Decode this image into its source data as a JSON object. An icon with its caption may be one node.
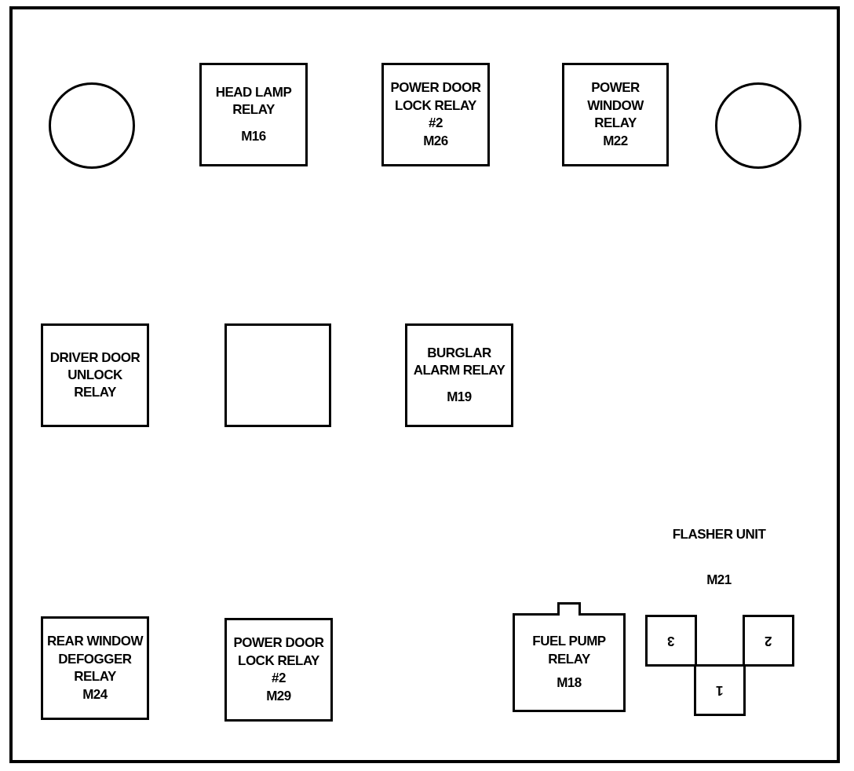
{
  "diagram": {
    "nodes": [
      {
        "text": [],
        "shape": "box"
      },
      {
        "text": [],
        "shape": "circle",
        "in": 0
      },
      {
        "text": [
          "HEAD LAMP RELAY",
          "M16"
        ],
        "in": 0
      },
      {
        "text": [
          "POWER DOOR LOCK RELAY #2",
          "M26"
        ],
        "in": 0
      },
      {
        "text": [
          "POWER WINDOW RELAY",
          "M22"
        ],
        "in": 0
      },
      {
        "text": [],
        "shape": "circle",
        "in": 0
      },
      {
        "text": [
          "DRIVER DOOR UNLOCK RELAY"
        ],
        "in": 0
      },
      {
        "text": [],
        "shape": "box",
        "in": 0
      },
      {
        "text": [
          "BURGLAR ALARM RELAY",
          "M19"
        ],
        "in": 0
      },
      {
        "text": [
          "REAR WINDOW DEFOGGER RELAY",
          "M24"
        ],
        "in": 0
      },
      {
        "text": [
          "POWER DOOR LOCK RELAY #2",
          "M29"
        ],
        "in": 0
      },
      {
        "text": [
          "FUEL PUMP RELAY",
          "M18"
        ],
        "in": 0
      },
      {
        "text": [
          "3"
        ],
        "in": 0
      },
      {
        "text": [
          "2"
        ],
        "in": 0
      },
      {
        "text": [
          "1"
        ],
        "in": 0
      }
    ],
    "edges": [],
    "labels": [
      "FLASHER UNIT",
      "M21"
    ]
  }
}
